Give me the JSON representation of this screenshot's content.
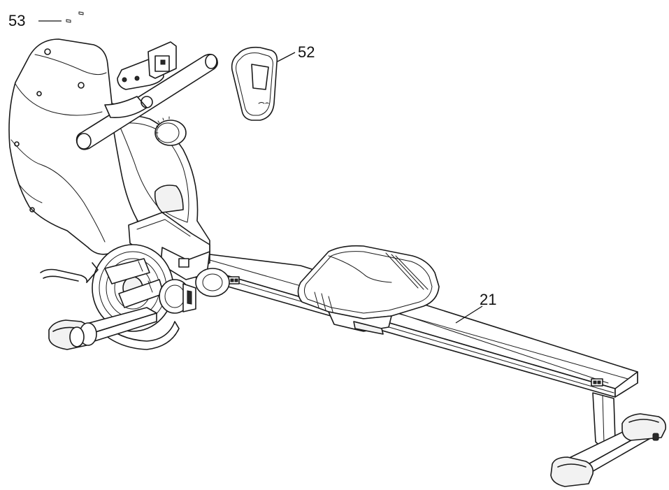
{
  "callouts": [
    {
      "id": "c53",
      "label": "53"
    },
    {
      "id": "c52",
      "label": "52"
    },
    {
      "id": "c21",
      "label": "21"
    }
  ]
}
